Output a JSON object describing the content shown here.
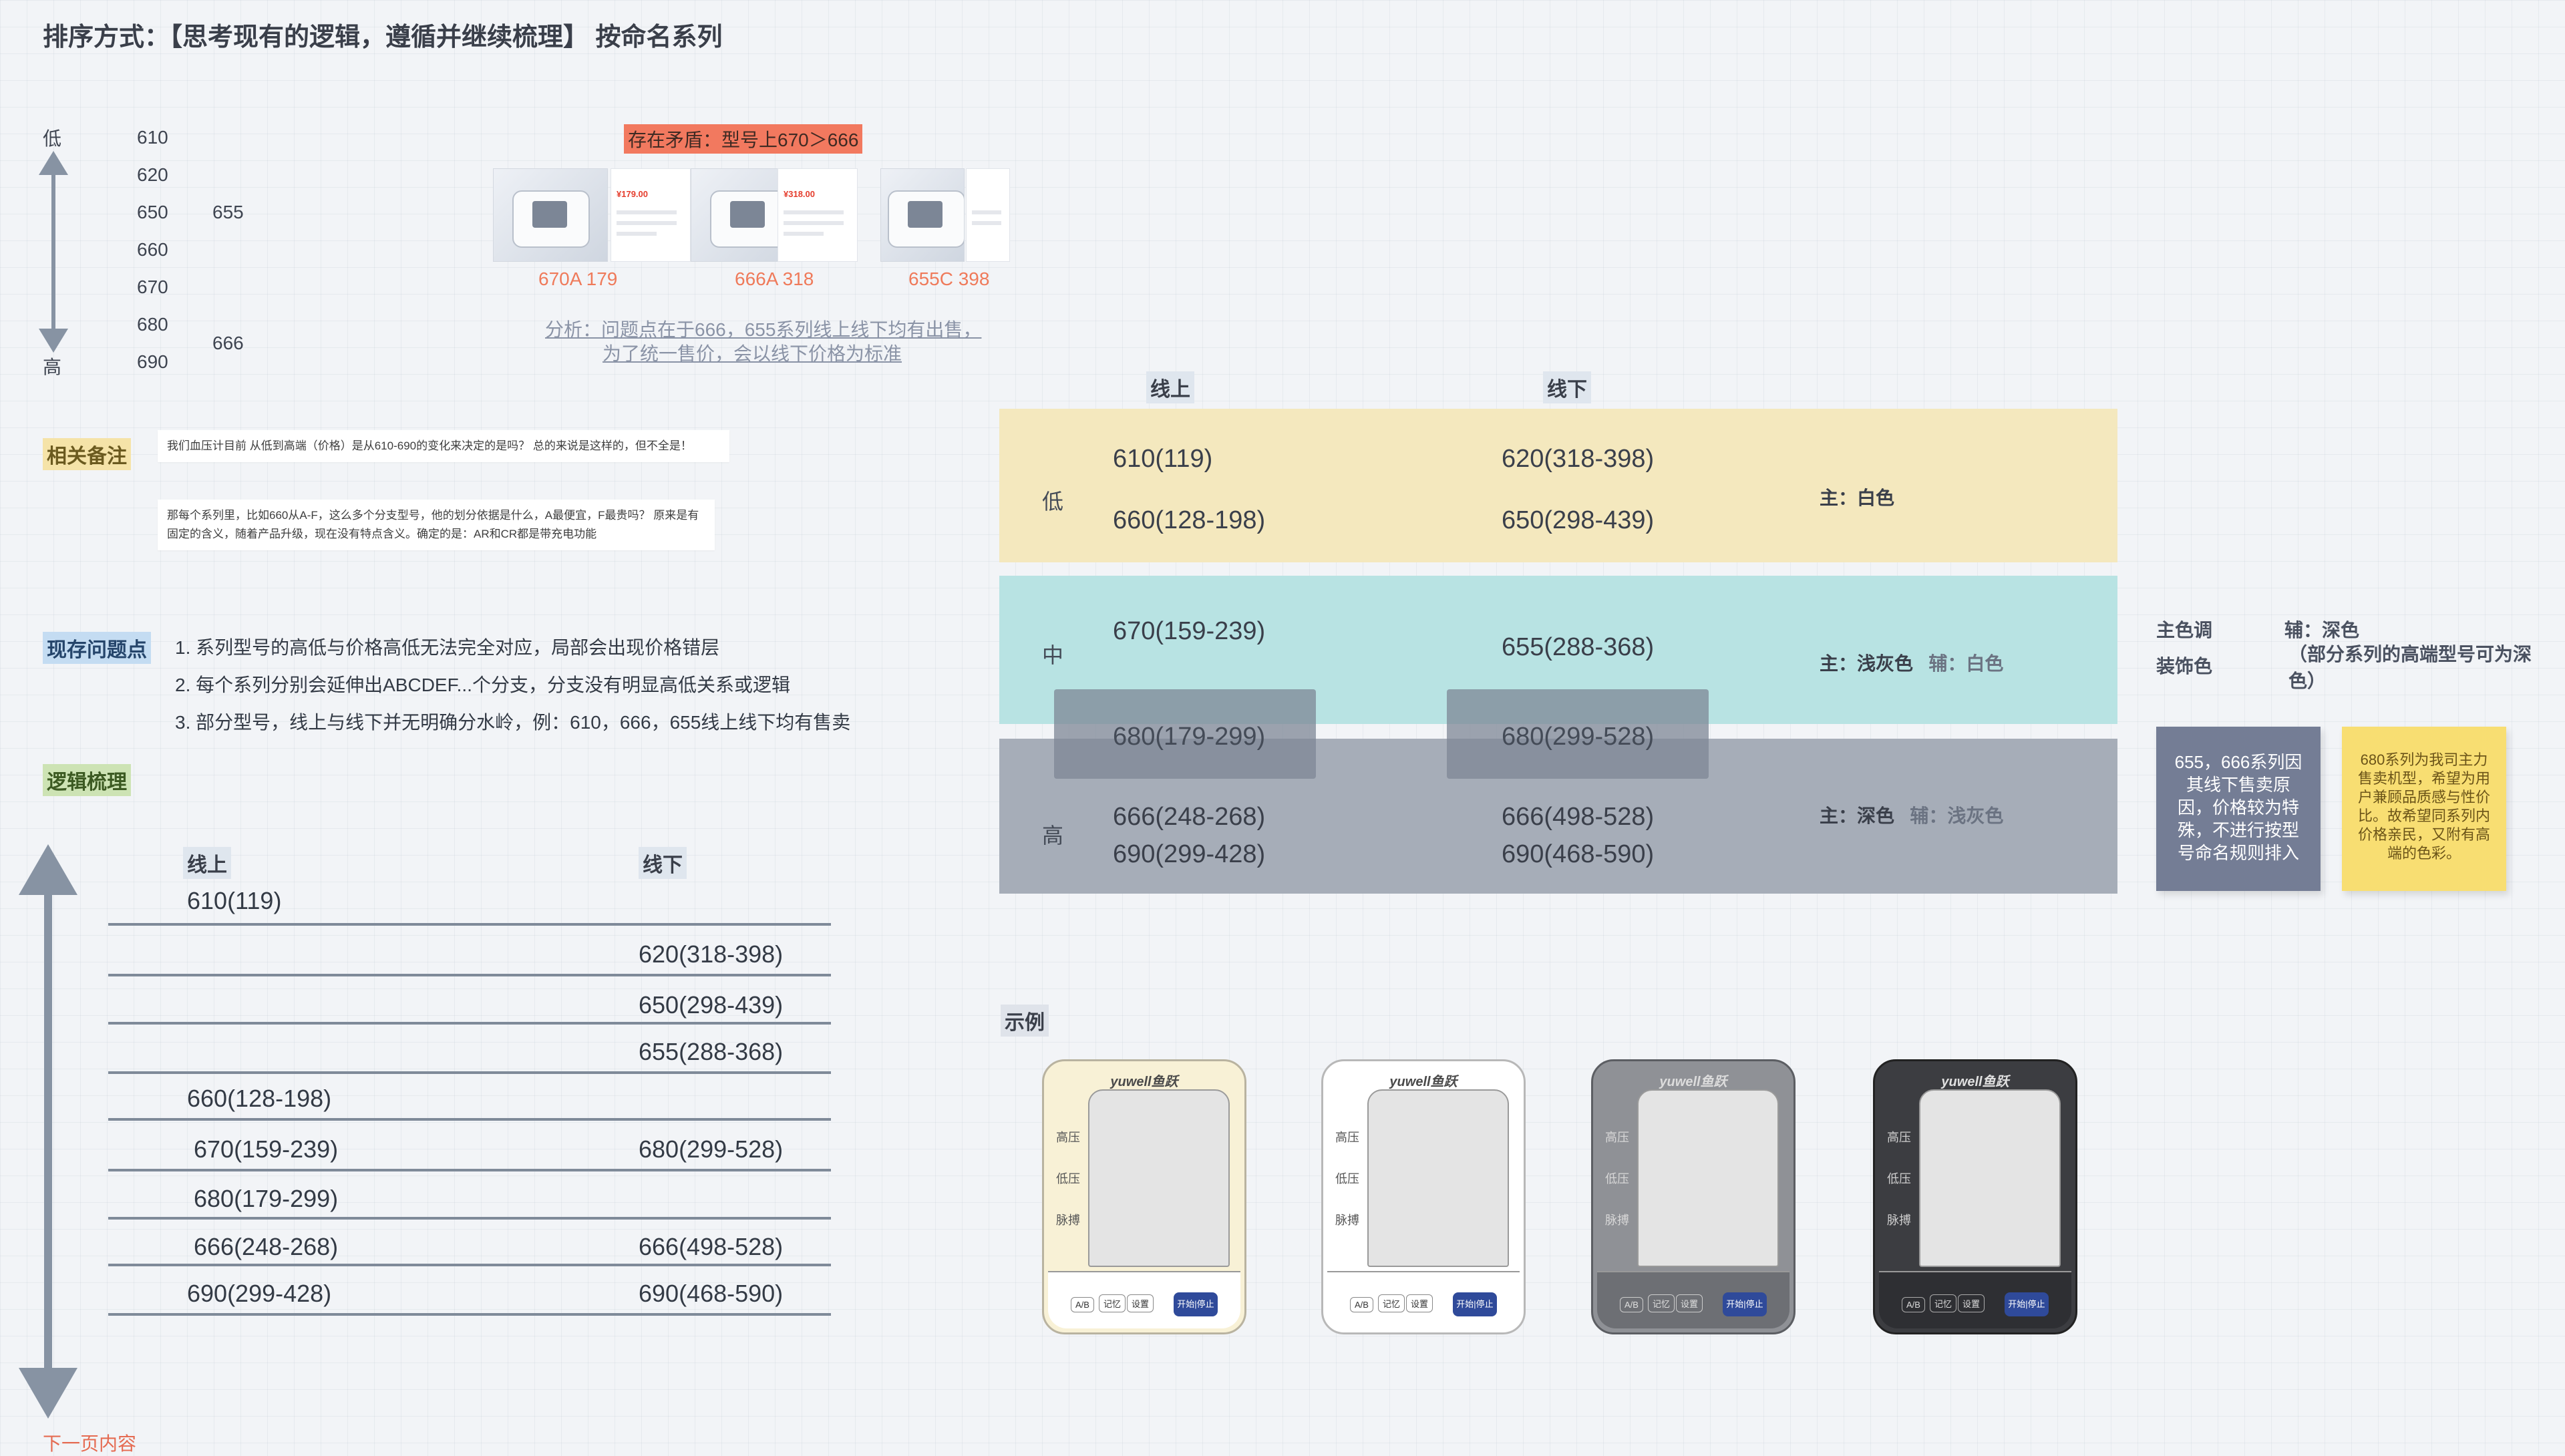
{
  "title": "排序方式：【思考现有的逻辑，遵循并继续梳理】 按命名系列",
  "scale": {
    "low_label": "低",
    "high_label": "高",
    "col1": [
      "610",
      "620",
      "650",
      "660",
      "670",
      "680",
      "690"
    ],
    "col2_a": "655",
    "col2_b": "666"
  },
  "contradiction": {
    "label": "存在矛盾：型号上670＞666",
    "products": [
      {
        "caption": "670A  179",
        "price": "¥179.00"
      },
      {
        "caption": "666A 318",
        "price": "¥318.00"
      },
      {
        "caption": "655C 398",
        "price": ""
      }
    ],
    "analysis_line1": "分析：问题点在于666，655系列线上线下均有出售，",
    "analysis_line2": "为了统一售价，会以线下价格为标准"
  },
  "notes": {
    "label": "相关备注",
    "note1": "我们血压计目前 从低到高端（价格）是从610-690的变化来决定的是吗？ 总的来说是这样的，但不全是！",
    "note2": "那每个系列里，比如660从A-F，这么多个分支型号，他的划分依据是什么，A最便宜，F最贵吗？        原来是有固定的含义，随着产品升级，现在没有特点含义。确定的是：AR和CR都是带充电功能"
  },
  "issues": {
    "label": "现存问题点",
    "items": [
      "1. 系列型号的高低与价格高低无法完全对应，局部会出现价格错层",
      "2. 每个系列分别会延伸出ABCDEF...个分支，分支没有明显高低关系或逻辑",
      "3. 部分型号，线上与线下并无明确分水岭，例：610，666，655线上线下均有售卖"
    ]
  },
  "logic": {
    "label": "逻辑梳理",
    "online_head": "线上",
    "offline_head": "线下",
    "rows": [
      {
        "online": "610(119)",
        "offline": ""
      },
      {
        "online": "",
        "offline": "620(318-398)"
      },
      {
        "online": "",
        "offline": "650(298-439)"
      },
      {
        "online": "",
        "offline": "655(288-368)"
      },
      {
        "online": "660(128-198)",
        "offline": ""
      },
      {
        "online": "670(159-239)",
        "offline": "680(299-528)"
      },
      {
        "online": "680(179-299)",
        "offline": ""
      },
      {
        "online": "666(248-268)",
        "offline": "666(498-528)"
      },
      {
        "online": "690(299-428)",
        "offline": "690(468-590)"
      }
    ]
  },
  "matrix": {
    "online_head": "线上",
    "offline_head": "线下",
    "low": {
      "level": "低",
      "online": [
        "610(119)",
        "660(128-198)"
      ],
      "offline": [
        "620(318-398)",
        "650(298-439)"
      ],
      "main": "主：白色",
      "aux": ""
    },
    "mid": {
      "level": "中",
      "online": [
        "670(159-239)"
      ],
      "offline": [
        "655(288-368)"
      ],
      "main": "主：浅灰色",
      "aux": "辅：白色"
    },
    "overlap": {
      "online": "680(179-299)",
      "offline": "680(299-528)"
    },
    "high": {
      "level": "高",
      "online": [
        "666(248-268)",
        "690(299-428)"
      ],
      "offline": [
        "666(498-528)",
        "690(468-590)"
      ],
      "main": "主：深色",
      "aux": "辅：浅灰色"
    }
  },
  "side": {
    "main_tone": "主色调",
    "deco": "装饰色",
    "aux_dark": "辅：深色",
    "aux_note": "（部分系列的高端型号可为深色）"
  },
  "stickies": {
    "gray": "655，666系列因其线下售卖原因，价格较为特殊，不进行按型号命名规则排入",
    "yellow": "680系列为我司主力售卖机型，希望为用户兼顾品质感与性价比。故希望同系列内价格亲民，又附有高端的色彩。"
  },
  "example": {
    "label": "示例",
    "brand": "yuwell鱼跃",
    "labels": [
      "高压",
      "低压",
      "脉搏"
    ],
    "buttons": [
      "A/B",
      "记忆",
      "设置"
    ],
    "start": "开始|停止",
    "colors": [
      "#f8f1d6",
      "#ffffff",
      "#8f9196",
      "#3c3d41"
    ]
  },
  "bottom_hint": "下一页内容"
}
